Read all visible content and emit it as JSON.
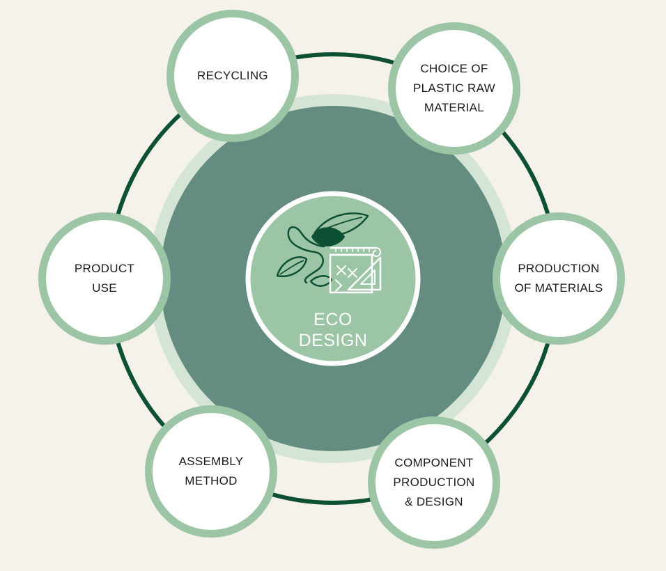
{
  "center": {
    "label": "ECO\nDESIGN",
    "icon": "eco-design-icon"
  },
  "steps": [
    {
      "id": "recycling",
      "label": "RECYCLING"
    },
    {
      "id": "choice-of-plastic-raw-material",
      "label": "CHOICE OF\nPLASTIC RAW\nMATERIAL"
    },
    {
      "id": "production-of-materials",
      "label": "PRODUCTION\nOF MATERIALS"
    },
    {
      "id": "component-production-design",
      "label": "COMPONENT\nPRODUCTION\n& DESIGN"
    },
    {
      "id": "assembly-method",
      "label": "ASSEMBLY\nMETHOD"
    },
    {
      "id": "product-use",
      "label": "PRODUCT\nUSE"
    }
  ],
  "colors": {
    "background": "#f5f2ec",
    "ring": "#0d5034",
    "halo": "#d4e5d6",
    "disc": "#648c80",
    "node_border": "#9cc5a6",
    "center_fill": "#9cc5a6",
    "icon_dark": "#0d5034",
    "icon_light": "#ffffff"
  }
}
